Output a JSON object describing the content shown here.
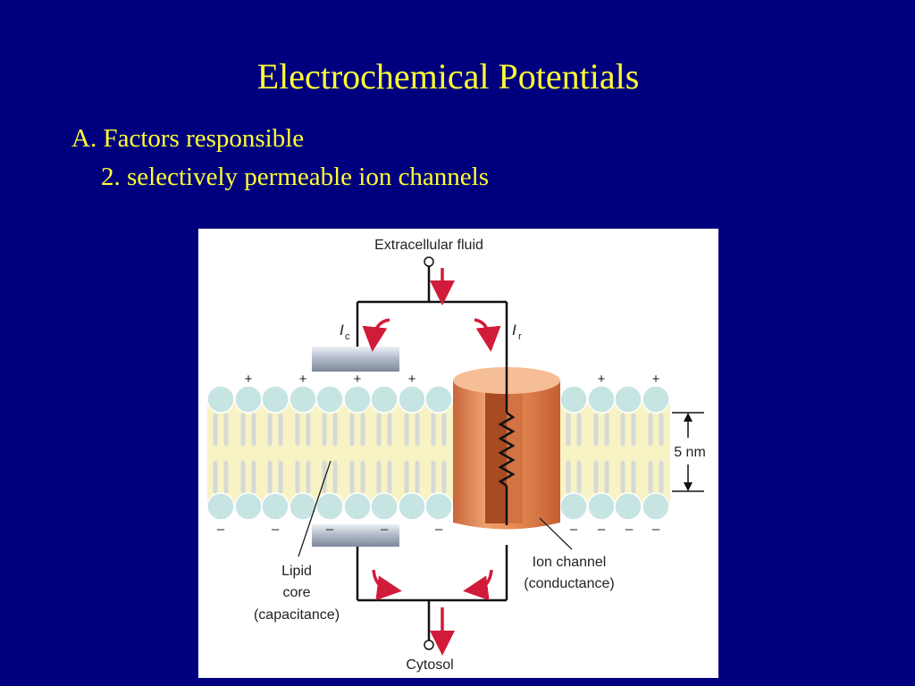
{
  "slide": {
    "title": "Electrochemical Potentials",
    "bullets": [
      "A. Factors responsible",
      "2. selectively permeable ion channels"
    ]
  },
  "figure": {
    "top_label": "Extracellular fluid",
    "bottom_label": "Cytosol",
    "current_capacitive": {
      "symbol": "I",
      "subscript": "c"
    },
    "current_resistive": {
      "symbol": "I",
      "subscript": "r"
    },
    "thickness_label": "5 nm",
    "lipid_label": [
      "Lipid",
      "core",
      "(capacitance)"
    ],
    "channel_label": [
      "Ion channel",
      "(conductance)"
    ],
    "top_charge_symbol": "+",
    "bottom_charge_symbol": "–",
    "colors": {
      "background": "#00007f",
      "title_text": "#ffff33",
      "lipid_head": "#c6e4e2",
      "lipid_tail": "#f7f3c5",
      "channel": "#e88d55",
      "arrow": "#d01c3a"
    }
  }
}
